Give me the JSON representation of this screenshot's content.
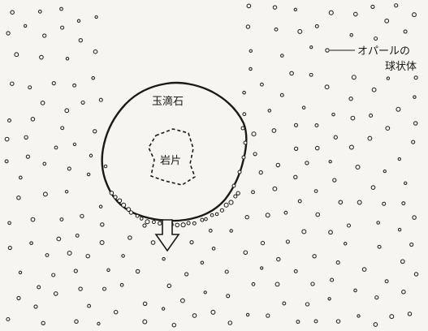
{
  "diagram": {
    "labels": {
      "opal_spheres_line1": "オパールの",
      "opal_spheres_line2": "球状体",
      "nodule": "玉滴石",
      "rock_fragment": "岩片"
    },
    "colors": {
      "background": "#f6f5f1",
      "ink": "#1a1a1a"
    },
    "icons": {
      "arrow": "hollow-down-arrow"
    }
  }
}
